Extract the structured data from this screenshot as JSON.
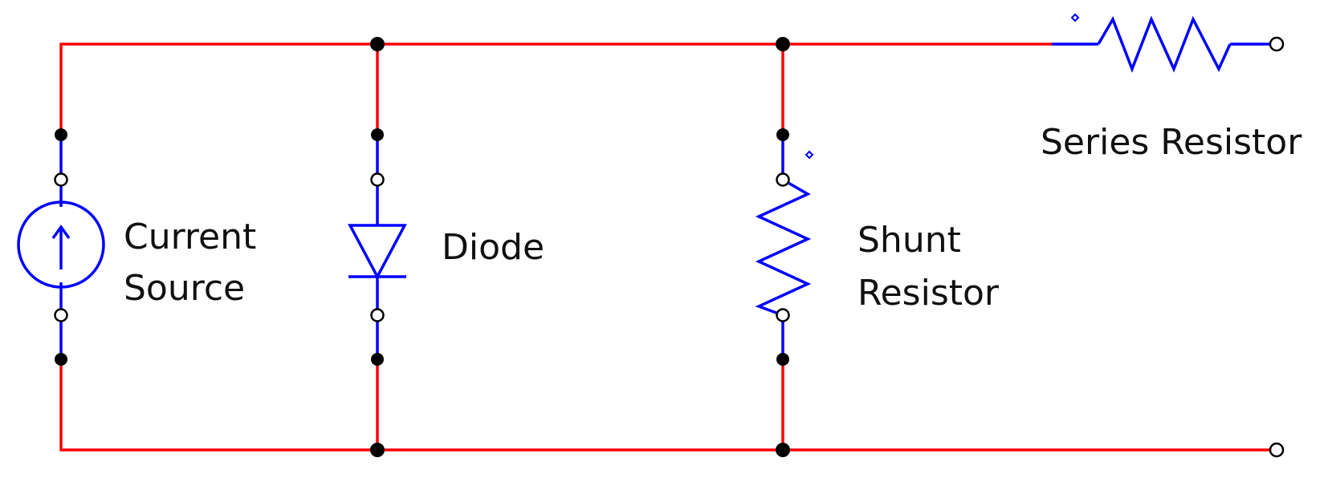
{
  "labels": {
    "current_source": [
      "Current",
      "Source"
    ],
    "diode": "Diode",
    "shunt_resistor": [
      "Shunt",
      "Resistor"
    ],
    "series_resistor": "Series Resistor"
  },
  "colors": {
    "wire": "#ff0000",
    "component": "#0000ff",
    "node": "#000000",
    "background": "#ffffff"
  }
}
